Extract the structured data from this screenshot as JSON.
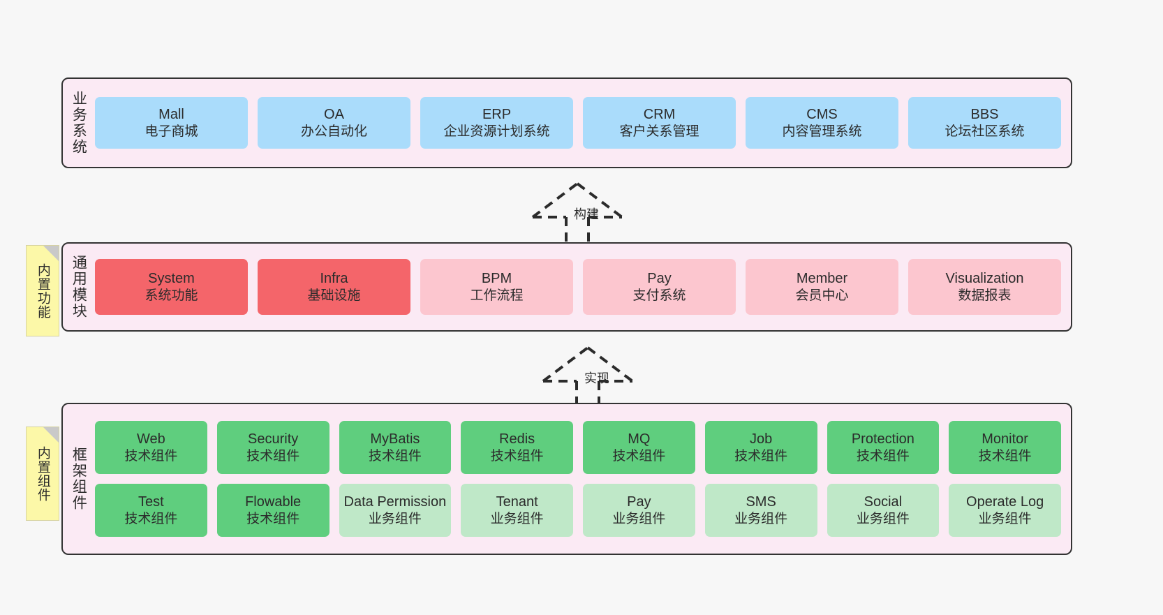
{
  "diagram": {
    "title_hidden": "",
    "colors": {
      "background": "#f7f7f7",
      "panel": "#fbeaf4",
      "panel_border": "#333333",
      "blue": "#aadcfb",
      "red": "#f4656a",
      "pink": "#fcc6cf",
      "green": "#5fce7e",
      "green_light": "#bfe8c8",
      "note": "#fcf8a8",
      "note_fold": "#c9c9c9"
    }
  },
  "layers": {
    "business": {
      "title": "业务系统",
      "nodes": [
        {
          "en": "Mall",
          "cn": "电子商城"
        },
        {
          "en": "OA",
          "cn": "办公自动化"
        },
        {
          "en": "ERP",
          "cn": "企业资源计划系统"
        },
        {
          "en": "CRM",
          "cn": "客户关系管理"
        },
        {
          "en": "CMS",
          "cn": "内容管理系统"
        },
        {
          "en": "BBS",
          "cn": "论坛社区系统"
        }
      ]
    },
    "common": {
      "title": "通用模块",
      "note": "内置功能",
      "nodes": [
        {
          "en": "System",
          "cn": "系统功能",
          "style": "red"
        },
        {
          "en": "Infra",
          "cn": "基础设施",
          "style": "red"
        },
        {
          "en": "BPM",
          "cn": "工作流程",
          "style": "pink"
        },
        {
          "en": "Pay",
          "cn": "支付系统",
          "style": "pink"
        },
        {
          "en": "Member",
          "cn": "会员中心",
          "style": "pink"
        },
        {
          "en": "Visualization",
          "cn": "数据报表",
          "style": "pink"
        }
      ]
    },
    "framework": {
      "title": "框架组件",
      "note": "内置组件",
      "row1": [
        {
          "en": "Web",
          "cn": "技术组件",
          "style": "green"
        },
        {
          "en": "Security",
          "cn": "技术组件",
          "style": "green"
        },
        {
          "en": "MyBatis",
          "cn": "技术组件",
          "style": "green"
        },
        {
          "en": "Redis",
          "cn": "技术组件",
          "style": "green"
        },
        {
          "en": "MQ",
          "cn": "技术组件",
          "style": "green"
        },
        {
          "en": "Job",
          "cn": "技术组件",
          "style": "green"
        },
        {
          "en": "Protection",
          "cn": "技术组件",
          "style": "green"
        },
        {
          "en": "Monitor",
          "cn": "技术组件",
          "style": "green"
        }
      ],
      "row2": [
        {
          "en": "Test",
          "cn": "技术组件",
          "style": "green"
        },
        {
          "en": "Flowable",
          "cn": "技术组件",
          "style": "green"
        },
        {
          "en": "Data Permission",
          "cn": "业务组件",
          "style": "greenlight"
        },
        {
          "en": "Tenant",
          "cn": "业务组件",
          "style": "greenlight"
        },
        {
          "en": "Pay",
          "cn": "业务组件",
          "style": "greenlight"
        },
        {
          "en": "SMS",
          "cn": "业务组件",
          "style": "greenlight"
        },
        {
          "en": "Social",
          "cn": "业务组件",
          "style": "greenlight"
        },
        {
          "en": "Operate Log",
          "cn": "业务组件",
          "style": "greenlight"
        }
      ]
    }
  },
  "arrows": [
    {
      "label": "构建"
    },
    {
      "label": "实现"
    }
  ]
}
